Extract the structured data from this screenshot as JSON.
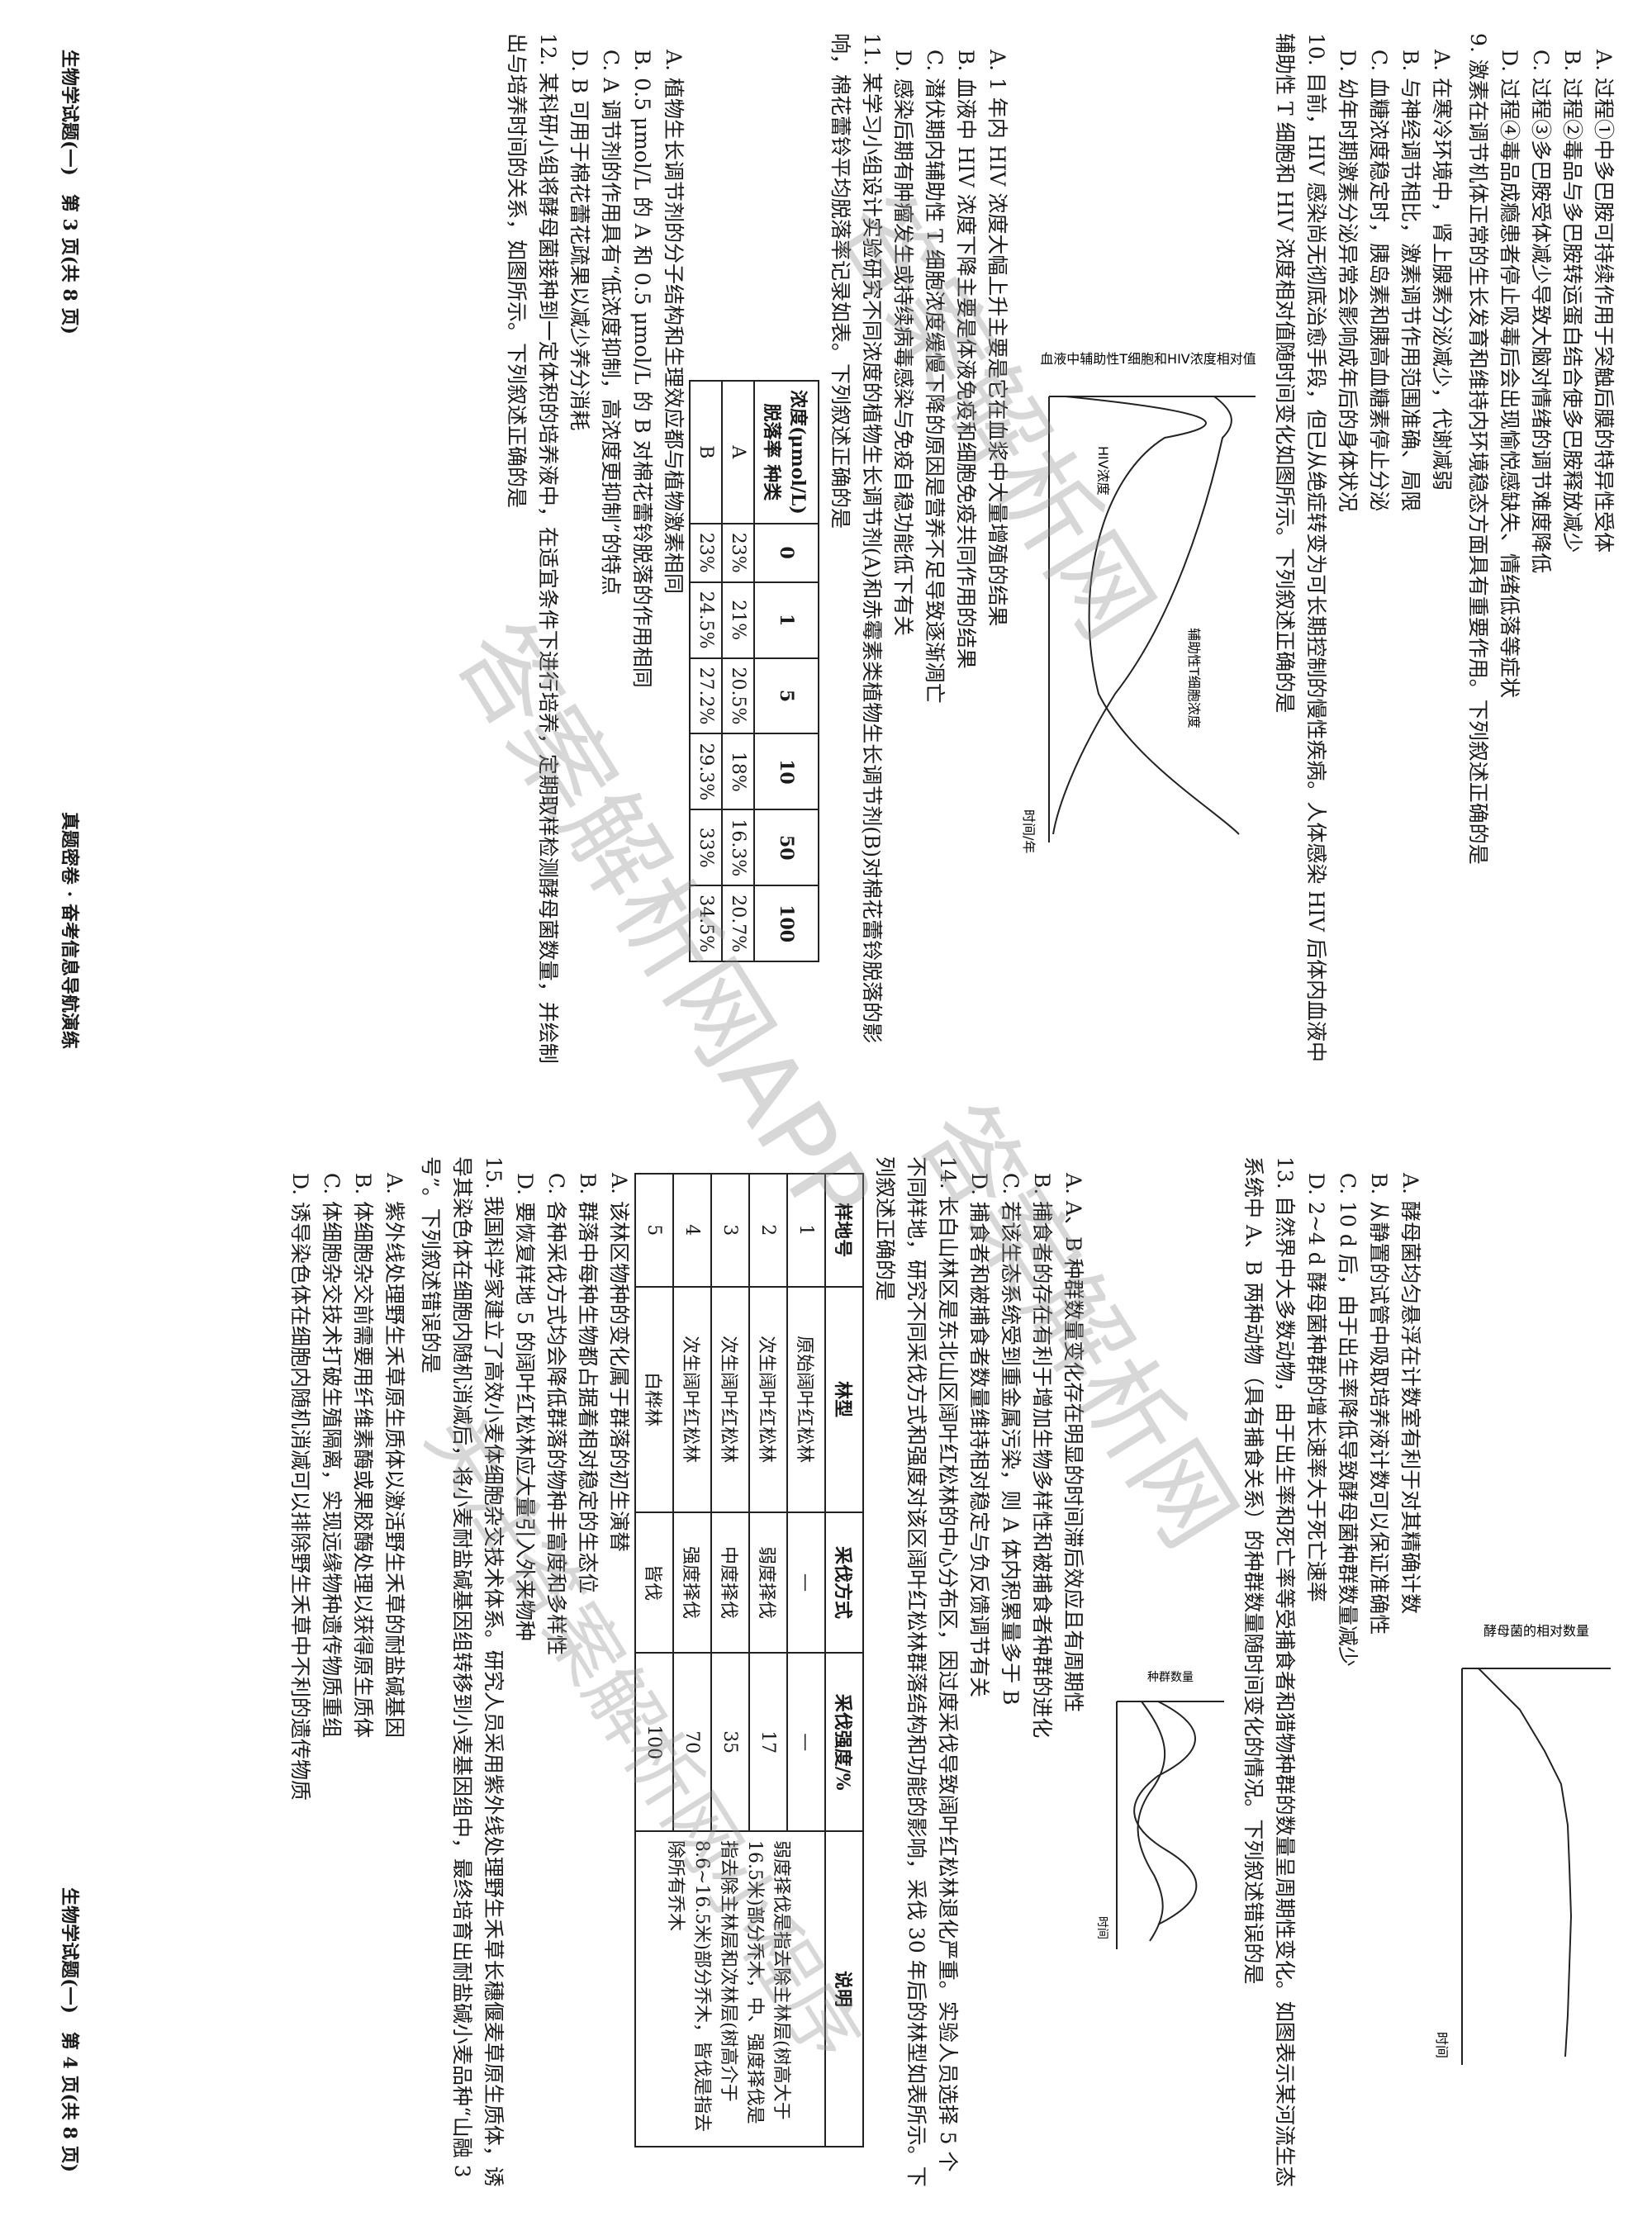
{
  "left_page": {
    "q8_options": [
      "A. 过程①中多巴胺可持续作用于突触后膜的特异性受体",
      "B. 过程②毒品与多巴胺转运蛋白结合使多巴胺释放减少",
      "C. 过程③多巴胺受体减少导致大脑对情绪的调节难度降低",
      "D. 过程④毒品成瘾患者停止吸毒后会出现愉悦感缺失、情绪低落等症状"
    ],
    "q9_stem": "9. 激素在调节机体正常的生长发育和维持内环境稳态方面具有重要作用。下列叙述正确的是",
    "q9_options": [
      "A. 在寒冷环境中，肾上腺素分泌减少，代谢减弱",
      "B. 与神经调节相比，激素调节作用范围准确、局限",
      "C. 血糖浓度稳定时，胰岛素和胰高血糖素停止分泌",
      "D. 幼年时期激素分泌异常会影响成年后的身体状况"
    ],
    "q10_stem": "10. 目前，HIV 感染尚无彻底治愈手段，但已从绝症转变为可长期控制的慢性疾病。人体感染 HIV 后体内血液中辅助性 T 细胞和 HIV 浓度相对值随时间变化如图所示。下列叙述正确的是",
    "chart_ylabel": "血液中辅助性T细胞和HIV浓度相对值",
    "chart_xlabel": "时间/年",
    "chart_label_hiv": "HIV浓度",
    "chart_label_t": "辅助性T细胞浓度",
    "q10_options": [
      "A. 1 年内 HIV 浓度大幅上升主要是它在血浆中大量增殖的结果",
      "B. 血液中 HIV 浓度下降主要是体液免疫和细胞免疫共同作用的结果",
      "C. 潜伏期内辅助性 T 细胞浓度缓慢下降的原因是营养不足导致逐渐凋亡",
      "D. 感染后期有肿瘤发生或持续病毒感染与免疫自稳功能低下有关"
    ],
    "q11_stem": "11. 某学习小组设计实验研究不同浓度的植物生长调节剂(A)和赤霉素类植物生长调节剂(B)对棉花蕾铃脱落的影响，棉花蕾铃平均脱落率记录如表。下列叙述正确的是",
    "q11_table": {
      "corner_top": "浓度(μmol/L)",
      "corner_bottom": "脱落率 种类",
      "cols": [
        "0",
        "1",
        "5",
        "10",
        "50",
        "100"
      ],
      "rows": [
        {
          "name": "A",
          "values": [
            "23%",
            "21%",
            "20.5%",
            "18%",
            "16.3%",
            "20.7%"
          ]
        },
        {
          "name": "B",
          "values": [
            "23%",
            "24.5%",
            "27.2%",
            "29.3%",
            "33%",
            "34.5%"
          ]
        }
      ]
    },
    "q11_options": [
      "A. 植物生长调节剂的分子结构和生理效应都与植物激素相同",
      "B. 0.5 μmol/L 的 A 和 0.5 μmol/L 的 B 对棉花蕾铃脱落的作用相同",
      "C. A 调节剂的作用具有“低浓度抑制，高浓度更抑制”的特点",
      "D. B 可用于棉花蕾花疏果以减少养分消耗"
    ],
    "q12_stem": "12. 某科研小组将酵母菌接种到一定体积的培养液中，在适宜条件下进行培养，定期取样检测酵母菌数量，并绘制出与培养时间的关系，如图所示。下列叙述正确的是",
    "footer_left": "生物学试题(一)　第 3 页(共 8 页)",
    "footer_right": "真题密卷 · 奋考信息导航演练"
  },
  "right_page": {
    "q12_chart_ylabel": "酵母菌的相对数量",
    "q12_chart_xlabel": "时间",
    "q12_options": [
      "A. 酵母菌均匀悬浮在计数室有利于对其精确计数",
      "B. 从静置的试管中吸取培养液计数可以保证准确性",
      "C. 10 d 后，由于出生率降低导致酵母菌种群数量减少",
      "D. 2~4 d 酵母菌种群的增长速率大于死亡速率"
    ],
    "q13_stem": "13. 自然界中大多数动物，由于出生率和死亡率等受捕食者和猎物种群的数量呈周期性变化。如图表示某河流生态系统中 A、B 两种动物（具有捕食关系）的种群数量随时间变化的情况。下列叙述错误的是",
    "q13_chart_ylabel": "种群数量",
    "q13_chart_xlabel": "时间",
    "q13_options": [
      "A. A、B 种群数量变化存在明显的时间滞后效应且有周期性",
      "B. 捕食者的存在有利于增加生物多样性和被捕食者种群的进化",
      "C. 若该生态系统受到重金属污染，则 A 体内积累量多于 B",
      "D. 捕食者和被捕食者数量维持相对稳定与负反馈调节有关"
    ],
    "q14_stem": "14. 长白山林区是东北山区阔叶红松林的中心分布区，因过度采伐导致阔叶红松林退化严重。实验人员选择 5 个不同样地，研究不同采伐方式和强度对该区阔叶红松林群落结构和功能的影响，采伐 30 年后的林型如表所示。下列叙述正确的是",
    "q14_table": {
      "headers": [
        "样地号",
        "林型",
        "采伐方式",
        "采伐强度/%",
        "说明"
      ],
      "rows": [
        [
          "1",
          "原始阔叶红松林",
          "—",
          "—",
          ""
        ],
        [
          "2",
          "次生阔叶红松林",
          "弱度择伐",
          "17",
          ""
        ],
        [
          "3",
          "次生阔叶红松林",
          "中度择伐",
          "35",
          ""
        ],
        [
          "4",
          "次生阔叶红松林",
          "强度择伐",
          "70",
          ""
        ],
        [
          "5",
          "白桦林",
          "皆伐",
          "100",
          ""
        ]
      ],
      "note": "弱度择伐是指去除主林层(树高大于16.5米)部分乔木，中、强度择伐是指去除主林层和次林层(树高介于8.6~16.5米)部分乔木，皆伐是指去除所有乔木"
    },
    "q14_options": [
      "A. 该林区物种的变化属于群落的初生演替",
      "B. 群落中每种生物都占据着相对稳定的生态位",
      "C. 各种采伐方式均会降低群落的物种丰富度和多样性",
      "D. 要恢复样地 5 的阔叶红松林应大量引入外来物种"
    ],
    "q15_stem": "15. 我国科学家建立了高效小麦体细胞杂交技术体系。研究人员采用紫外线处理野生禾草长穗偃麦草原生质体，诱导其染色体在细胞内随机消减后，将小麦耐盐碱基因组转移到小麦基因组中，最终培育出耐盐碱小麦品种“山融 3 号”。下列叙述错误的是",
    "q15_options": [
      "A. 紫外线处理野生禾草原生质体以激活野生禾草的耐盐碱基因",
      "B. 体细胞杂交前需要用纤维素酶或果胶酶处理以获得原生质体",
      "C. 体细胞杂交技术打破生殖隔离，实现远缘物种遗传物质重组",
      "D. 诱导染色体在细胞内随机消减可以排除野生禾草中不利的遗传物质"
    ],
    "footer": "生物学试题(一)　第 4 页(共 8 页)"
  },
  "watermarks": [
    "答案解析网",
    "答案解析网APP",
    "答案解析网",
    "关注答案解析网小程序"
  ]
}
